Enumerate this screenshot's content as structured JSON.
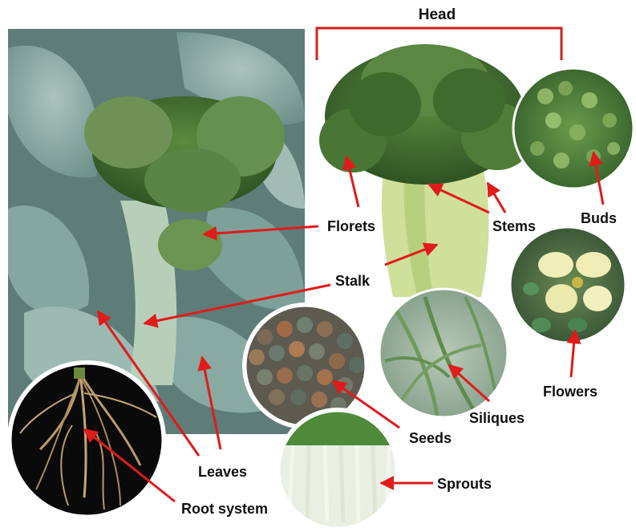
{
  "labels": {
    "head": "Head",
    "florets": "Florets",
    "stems": "Stems",
    "buds": "Buds",
    "stalk": "Stalk",
    "flowers": "Flowers",
    "siliques": "Siliques",
    "seeds": "Seeds",
    "leaves": "Leaves",
    "sprouts": "Sprouts",
    "root_system": "Root system"
  },
  "images": {
    "plant_photo": "broccoli-plant-photo",
    "head_photo": "broccoli-head-photo",
    "buds_closeup": "buds-closeup-photo",
    "flowers_closeup": "flowers-closeup-photo",
    "siliques_closeup": "siliques-closeup-photo",
    "seeds_closeup": "seeds-closeup-photo",
    "sprouts_closeup": "sprouts-closeup-photo",
    "root_closeup": "root-system-closeup-photo"
  },
  "colors": {
    "arrow": "#e01b1b",
    "bracket": "#d42020",
    "text": "#111111",
    "leaf": "#8fb0a8",
    "floret": "#3f6b2e",
    "stalk": "#c9e08a"
  }
}
